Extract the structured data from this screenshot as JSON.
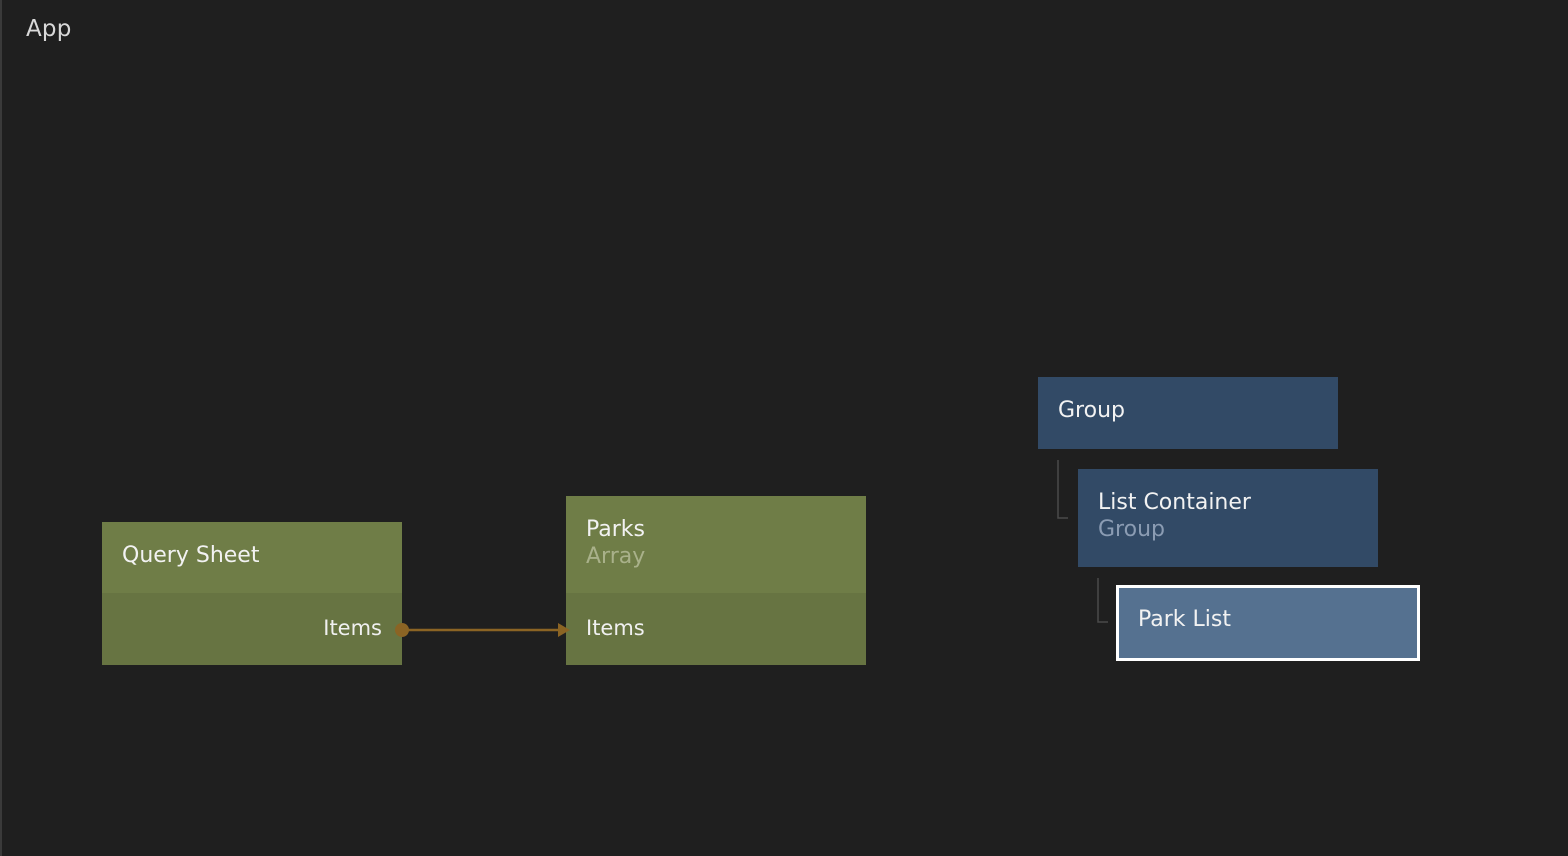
{
  "canvas": {
    "title": "App"
  },
  "nodes": {
    "query_sheet": {
      "title": "Query Sheet",
      "output_port": "Items"
    },
    "parks": {
      "title": "Parks",
      "subtitle": "Array",
      "input_port": "Items"
    },
    "group": {
      "title": "Group"
    },
    "list_container": {
      "title": "List Container",
      "subtitle": "Group"
    },
    "park_list": {
      "title": "Park List"
    }
  },
  "colors": {
    "background": "#1f1f1f",
    "data_node": "#6f7d47",
    "visual_node": "#324a66",
    "selected_node": "#557190",
    "connection": "#8b6424"
  }
}
